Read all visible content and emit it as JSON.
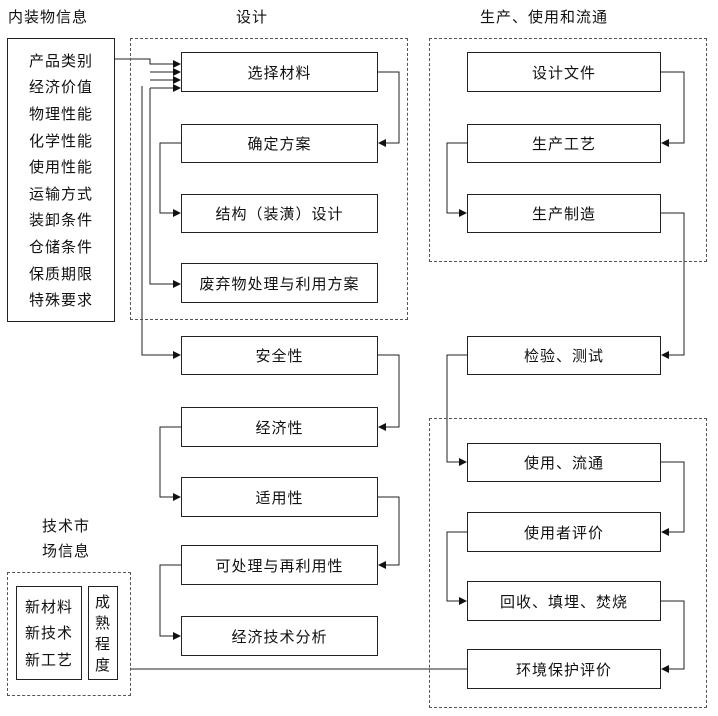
{
  "headings": {
    "inner": "内装物信息",
    "design": "设计",
    "production": "生产、使用和流通",
    "market_line1": "技术市",
    "market_line2": "场信息"
  },
  "inner_info": [
    "产品类别",
    "经济价值",
    "物理性能",
    "化学性能",
    "使用性能",
    "运输方式",
    "装卸条件",
    "仓储条件",
    "保质期限",
    "特殊要求"
  ],
  "design_boxes": [
    "选择材料",
    "确定方案",
    "结构（装潢）设计",
    "废弃物处理与利用方案"
  ],
  "evaluation_boxes": [
    "安全性",
    "经济性",
    "适用性",
    "可处理与再利用性",
    "经济技术分析"
  ],
  "production_boxes": [
    "设计文件",
    "生产工艺",
    "生产制造"
  ],
  "test_box": "检验、测试",
  "use_boxes": [
    "使用、流通",
    "使用者评价",
    "回收、填埋、焚烧",
    "环境保护评价"
  ],
  "market_info": [
    "新材料",
    "新技术",
    "新工艺"
  ],
  "maturity": [
    "成",
    "熟",
    "程",
    "度"
  ]
}
